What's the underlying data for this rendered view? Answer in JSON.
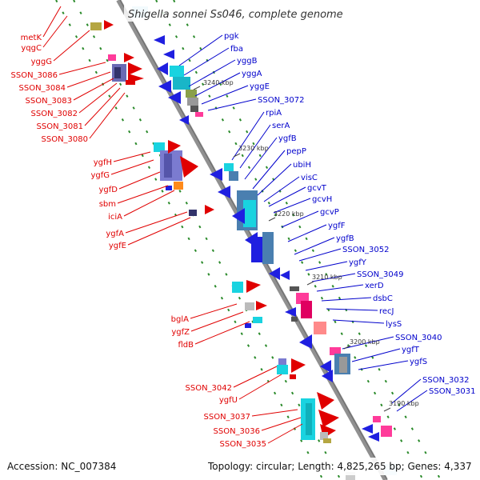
{
  "title": "Shigella sonnei Ss046, complete genome",
  "footer": {
    "accession": "Accession: NC_007384",
    "summary": "Topology: circular; Length: 4,825,265 bp; Genes: 4,337"
  },
  "colors": {
    "left_label": "#e00000",
    "right_label": "#0000cc",
    "backbone": "#909090",
    "dots": "#2a8a2a"
  },
  "ticks": [
    "3240 kbp",
    "3230 kbp",
    "3220 kbp",
    "3210 kbp",
    "3200 kbp",
    "3190 kbp"
  ],
  "left_labels": [
    "metK",
    "yqgC",
    "yggG",
    "SSON_3086",
    "SSON_3084",
    "SSON_3083",
    "SSON_3082",
    "SSON_3081",
    "SSON_3080",
    "ygfH",
    "ygfG",
    "ygfD",
    "sbm",
    "iciA",
    "ygfA",
    "ygfE",
    "bglA",
    "ygfZ",
    "fldB",
    "SSON_3042",
    "ygfU",
    "SSON_3037",
    "SSON_3036",
    "SSON_3035"
  ],
  "right_labels": [
    "pgk",
    "fba",
    "yggB",
    "yggA",
    "yggE",
    "SSON_3072",
    "rpiA",
    "serA",
    "ygfB",
    "pepP",
    "ubiH",
    "visC",
    "gcvT",
    "gcvH",
    "gcvP",
    "ygfF",
    "ygfB",
    "SSON_3052",
    "ygfY",
    "SSON_3049",
    "xerD",
    "dsbC",
    "recJ",
    "lysS",
    "SSON_3040",
    "ygfT",
    "ygfS",
    "SSON_3032",
    "SSON_3031"
  ]
}
